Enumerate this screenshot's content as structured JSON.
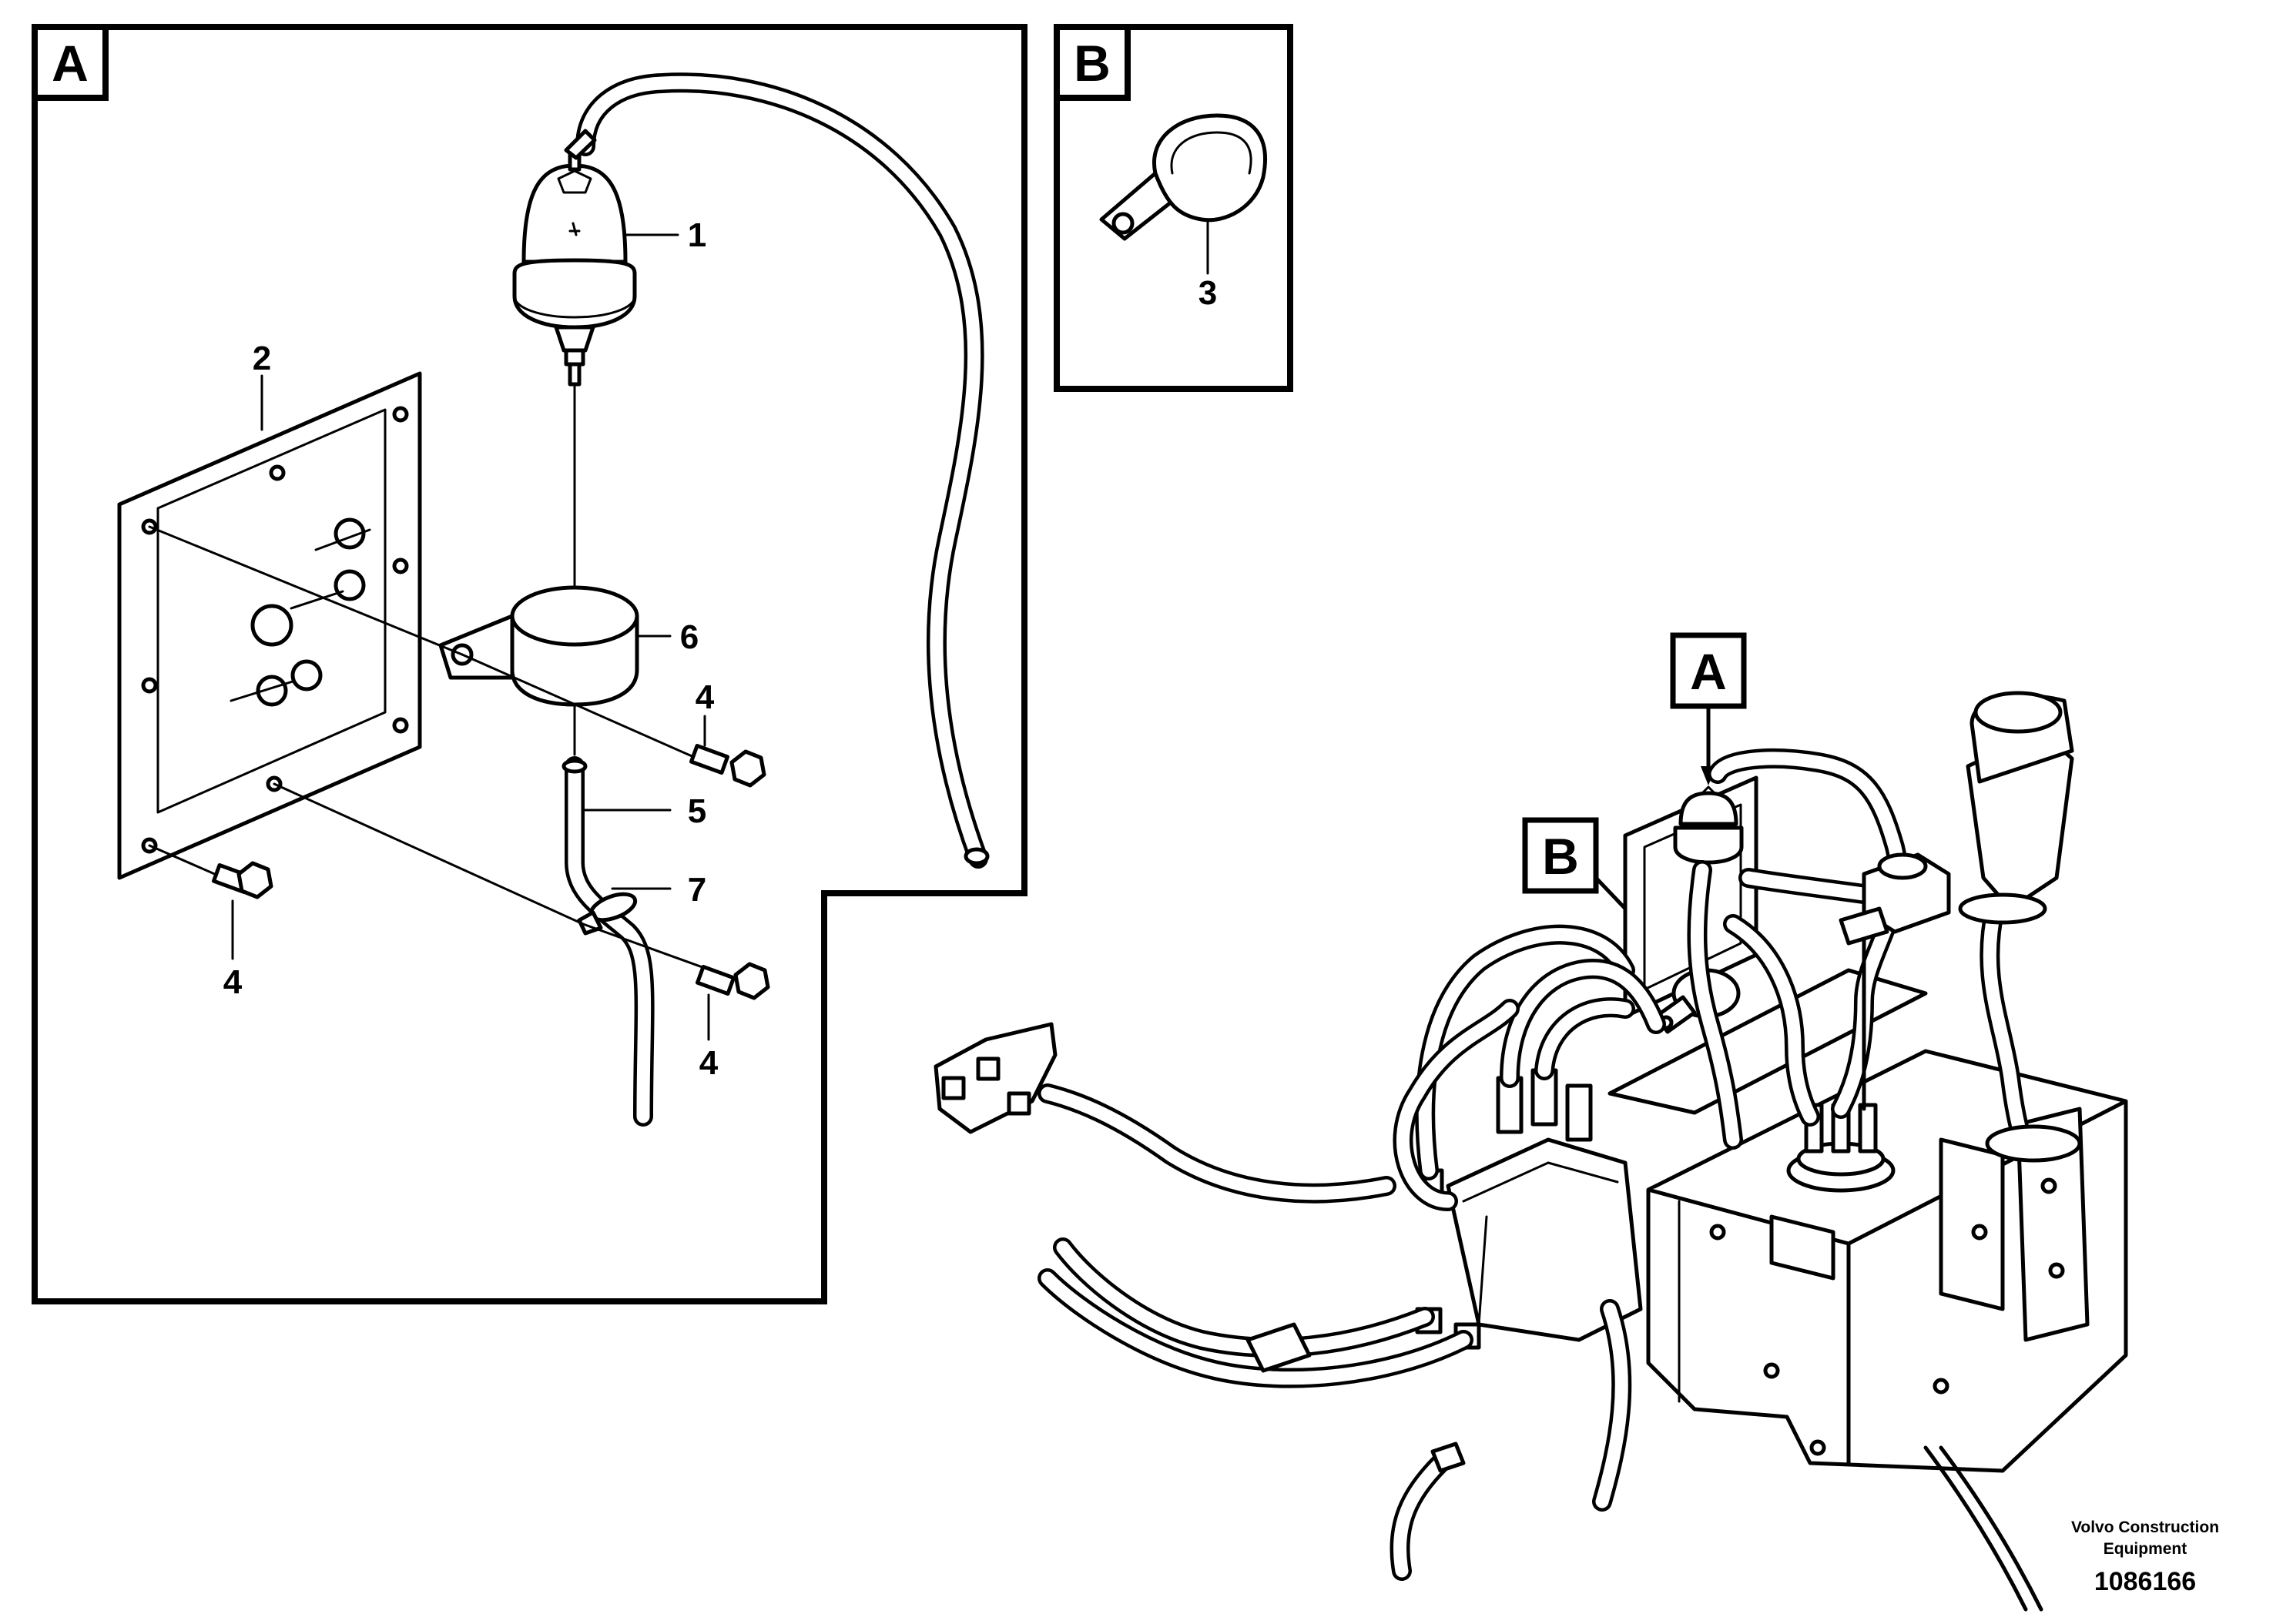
{
  "detail_a": {
    "caption": "A"
  },
  "detail_b": {
    "caption": "B"
  },
  "main_view": {
    "callout_a": "A",
    "callout_b": "B"
  },
  "part_labels": {
    "filter": "1",
    "plate": "2",
    "clamp_b": "3",
    "screw_top": "4",
    "screw_left": "4",
    "screw_bottom": "4",
    "hose": "5",
    "clamp_a": "6",
    "clip": "7"
  },
  "footer": {
    "company_line1": "Volvo Construction",
    "company_line2": "Equipment",
    "drawing_number": "1086166"
  }
}
